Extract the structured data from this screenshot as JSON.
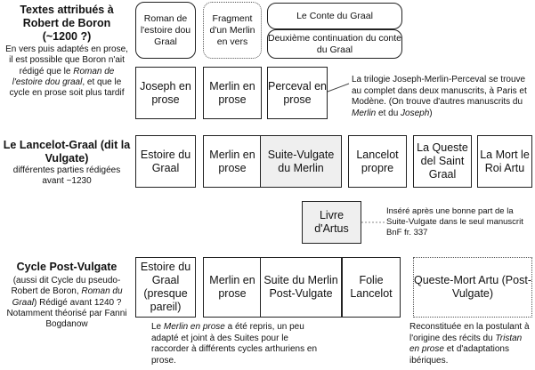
{
  "boron": {
    "title": "Textes attribués à Robert de Boron (~1200 ?)",
    "text_parts": [
      "En vers puis adaptés en prose, il est possible que Boron n'ait rédigé que le ",
      "Roman de l'estoire dou graal",
      ", et que le cycle en prose soit plus tardif"
    ],
    "verse": {
      "roman_estoire": "Roman de l'estoire dou Graal",
      "fragment_merlin": "Fragment d'un Merlin en vers",
      "conte_graal": "Le Conte du Graal",
      "deuxieme_continuation": "Deuxième continuation du conte du Graal"
    },
    "prose": {
      "joseph": "Joseph en prose",
      "merlin": "Merlin en prose",
      "perceval": "Perceval en prose"
    },
    "note_parts": [
      "La trilogie Joseph-Merlin-Perceval se trouve au complet dans deux manuscrits, à Paris et Modène. (On trouve d'autres manuscrits du ",
      "Merlin",
      " et du ",
      "Joseph",
      ")"
    ]
  },
  "vulgate": {
    "title": "Le Lancelot-Graal (dit la Vulgate)",
    "subtitle": "différentes parties rédigées avant ~1230",
    "boxes": {
      "estoire": "Estoire du Graal",
      "merlin": "Merlin en prose",
      "suite": "Suite-Vulgate du Merlin",
      "lancelot": "Lancelot propre",
      "queste": "La Queste del Saint Graal",
      "mort": "La Mort le Roi Artu",
      "artus": "Livre d'Artus"
    },
    "artus_note": "Inséré après une bonne part de la Suite-Vulgate dans le seul manuscrit BnF fr. 337"
  },
  "postvulgate": {
    "title": "Cycle Post-Vulgate",
    "text_parts": [
      "(aussi dit Cycle du pseudo-Robert de Boron, ",
      "Roman du Graal",
      ") Rédigé avant 1240 ? Notamment théorisé par Fanni Bogdanow"
    ],
    "boxes": {
      "estoire": "Estoire du Graal (presque pareil)",
      "merlin": "Merlin en prose",
      "suite": "Suite du Merlin Post-Vulgate",
      "folie": "Folie Lancelot",
      "queste_mort": "Queste-Mort Artu (Post-Vulgate)"
    },
    "merlin_note_parts": [
      "Le ",
      "Merlin en prose",
      " a été repris, un peu adapté et joint à des Suites pour le raccorder à différents cycles arthuriens en prose."
    ],
    "queste_note_parts": [
      "Reconstituée en la postulant à l'origine des récits du ",
      "Tristan en prose",
      " et d'adaptations ibériques."
    ]
  }
}
